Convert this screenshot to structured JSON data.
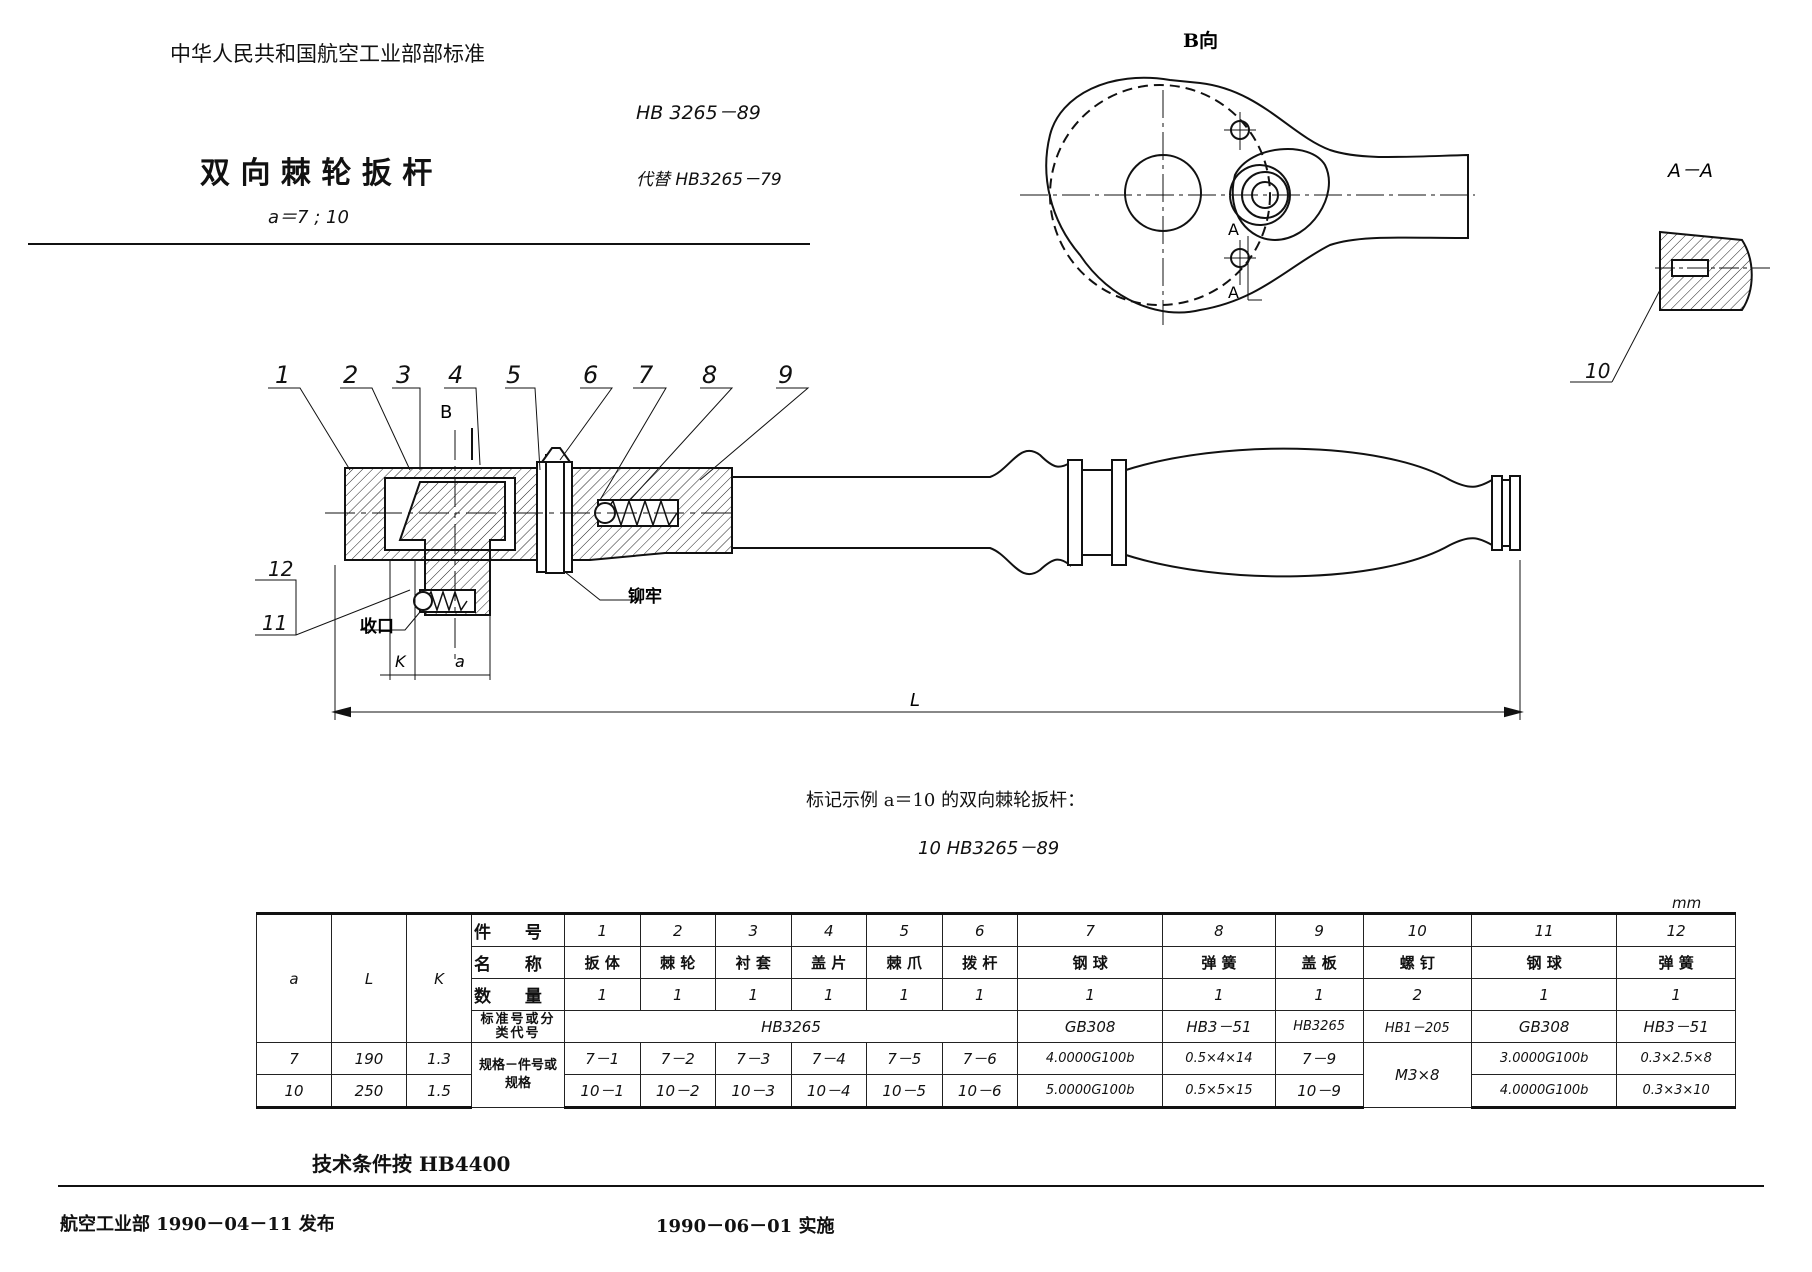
{
  "header": {
    "org": "中华人民共和国航空工业部部标准",
    "std_no": "HB 3265－89",
    "title": "双 向 棘 轮 扳 杆",
    "subtitle": "a＝7 ; 10",
    "replaces": "代替 HB3265－79"
  },
  "drawing": {
    "view_b": "B向",
    "section": "A－A",
    "callouts": [
      "1",
      "2",
      "3",
      "4",
      "5",
      "6",
      "7",
      "8",
      "9",
      "10",
      "11",
      "12"
    ],
    "label_b": "B",
    "label_a": "A",
    "label_shoukou": "收口",
    "label_maoya": "铆牢",
    "dim_k": "K",
    "dim_a": "a",
    "dim_l": "L"
  },
  "example": {
    "caption": "标记示例  a＝10 的双向棘轮扳杆：",
    "code": "10  HB3265－89"
  },
  "table": {
    "unit": "mm",
    "col_heads": [
      "a",
      "L",
      "K"
    ],
    "label_partno": "件 号",
    "label_name": "名 称",
    "label_qty": "数 量",
    "label_std": "标准号或分类代号",
    "label_spec": "规格－件号或规格",
    "part_numbers": [
      "1",
      "2",
      "3",
      "4",
      "5",
      "6",
      "7",
      "8",
      "9",
      "10",
      "11",
      "12"
    ],
    "part_names": [
      "扳 体",
      "棘 轮",
      "衬 套",
      "盖 片",
      "棘 爪",
      "拨 杆",
      "钢 球",
      "弹 簧",
      "盖 板",
      "螺 钉",
      "钢 球",
      "弹 簧"
    ],
    "quantities": [
      "1",
      "1",
      "1",
      "1",
      "1",
      "1",
      "1",
      "1",
      "1",
      "2",
      "1",
      "1"
    ],
    "std_group": "HB3265",
    "std_rest": [
      "GB308",
      "HB3－51",
      "HB3265",
      "HB1－205",
      "GB308",
      "HB3－51"
    ],
    "rows": [
      {
        "a": "7",
        "L": "190",
        "K": "1.3",
        "specs": [
          "7－1",
          "7－2",
          "7－3",
          "7－4",
          "7－5",
          "7－6",
          "4.0000G100b",
          "0.5×4×14",
          "7－9",
          "3.0000G100b",
          "0.3×2.5×8"
        ]
      },
      {
        "a": "10",
        "L": "250",
        "K": "1.5",
        "specs": [
          "10－1",
          "10－2",
          "10－3",
          "10－4",
          "10－5",
          "10－6",
          "5.0000G100b",
          "0.5×5×15",
          "10－9",
          "4.0000G100b",
          "0.3×3×10"
        ]
      }
    ],
    "screw_spec": "M3×8"
  },
  "footer": {
    "tech": "技术条件按 HB4400",
    "issued_by": "航空工业部 1990－04－11 发布",
    "effective": "1990－06－01 实施"
  }
}
